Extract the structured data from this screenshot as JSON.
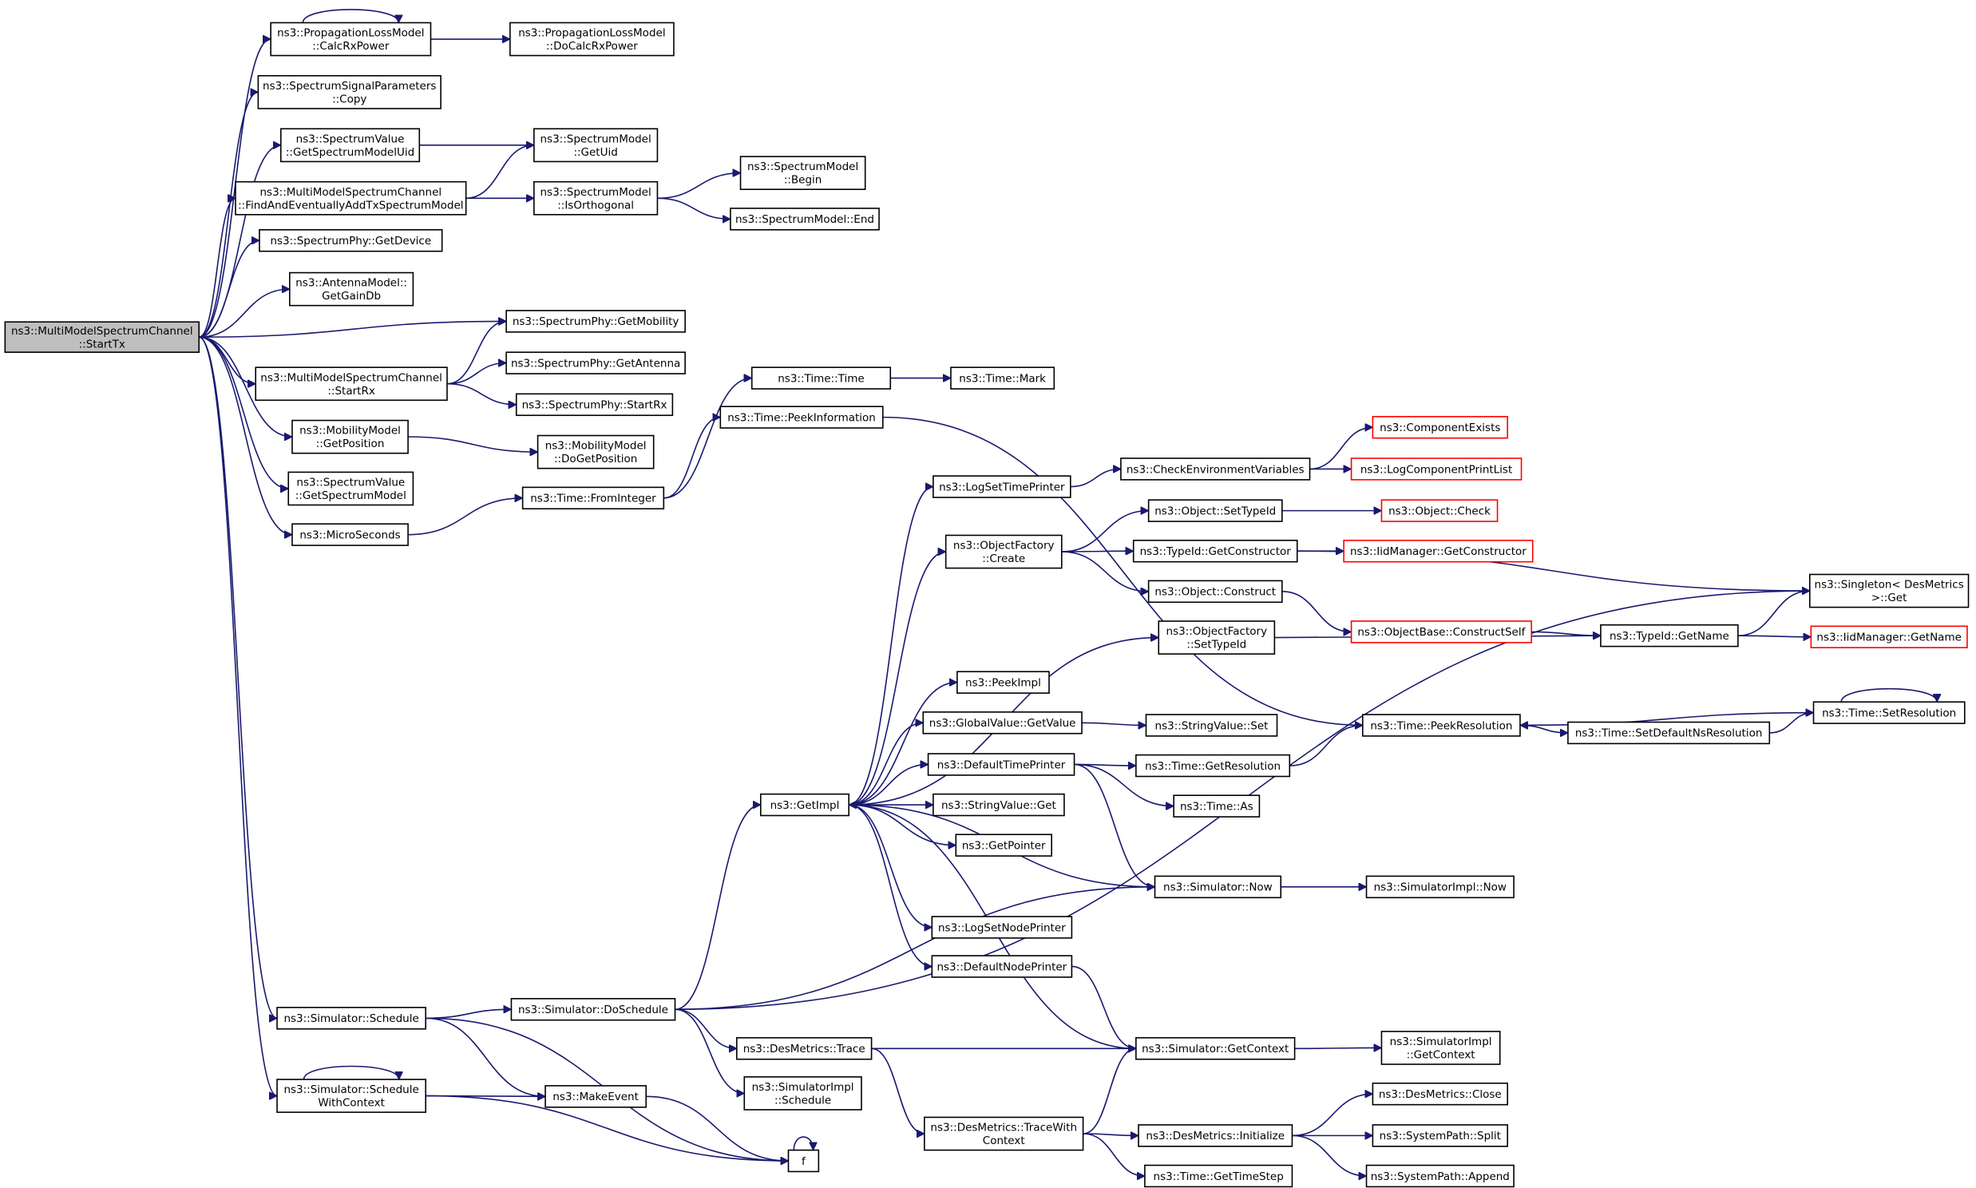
{
  "nodes": {
    "root": [
      "ns3::MultiModelSpectrumChannel",
      "::StartTx"
    ],
    "calcrx": [
      "ns3::PropagationLossModel",
      "::CalcRxPower"
    ],
    "docalc": [
      "ns3::PropagationLossModel",
      "::DoCalcRxPower"
    ],
    "sigcopy": [
      "ns3::SpectrumSignalParameters",
      "::Copy"
    ],
    "svgetuid": [
      "ns3::SpectrumValue",
      "::GetSpectrumModelUid"
    ],
    "smgetuid": [
      "ns3::SpectrumModel",
      "::GetUid"
    ],
    "findadd": [
      "ns3::MultiModelSpectrumChannel",
      "::FindAndEventuallyAddTxSpectrumModel"
    ],
    "isorth": [
      "ns3::SpectrumModel",
      "::IsOrthogonal"
    ],
    "smbegin": [
      "ns3::SpectrumModel",
      "::Begin"
    ],
    "smend": [
      "ns3::SpectrumModel::End"
    ],
    "getdevice": [
      "ns3::SpectrumPhy::GetDevice"
    ],
    "gaindb": [
      "ns3::AntennaModel::",
      "GetGainDb"
    ],
    "getmobility": [
      "ns3::SpectrumPhy::GetMobility"
    ],
    "startrx": [
      "ns3::MultiModelSpectrumChannel",
      "::StartRx"
    ],
    "getantenna": [
      "ns3::SpectrumPhy::GetAntenna"
    ],
    "phystartrx": [
      "ns3::SpectrumPhy::StartRx"
    ],
    "getpos": [
      "ns3::MobilityModel",
      "::GetPosition"
    ],
    "dogetpos": [
      "ns3::MobilityModel",
      "::DoGetPosition"
    ],
    "svgetmodel": [
      "ns3::SpectrumValue",
      "::GetSpectrumModel"
    ],
    "micro": [
      "ns3::MicroSeconds"
    ],
    "frominteger": [
      "ns3::Time::FromInteger"
    ],
    "timetime": [
      "ns3::Time::Time"
    ],
    "timemark": [
      "ns3::Time::Mark"
    ],
    "peekinfo": [
      "ns3::Time::PeekInformation"
    ],
    "schedule": [
      "ns3::Simulator::Schedule"
    ],
    "doschedule": [
      "ns3::Simulator::DoSchedule"
    ],
    "schedctx": [
      "ns3::Simulator::Schedule",
      "WithContext"
    ],
    "makeevent": [
      "ns3::MakeEvent"
    ],
    "f": [
      "f"
    ],
    "destrace": [
      "ns3::DesMetrics::Trace"
    ],
    "implsched": [
      "ns3::SimulatorImpl",
      "::Schedule"
    ],
    "tracewith": [
      "ns3::DesMetrics::TraceWith",
      "Context"
    ],
    "getimpl": [
      "ns3::GetImpl"
    ],
    "logtime": [
      "ns3::LogSetTimePrinter"
    ],
    "checkenv": [
      "ns3::CheckEnvironmentVariables"
    ],
    "compexists": [
      "ns3::ComponentExists"
    ],
    "logcomp": [
      "ns3::LogComponentPrintList"
    ],
    "ofcreate": [
      "ns3::ObjectFactory",
      "::Create"
    ],
    "objsettype": [
      "ns3::Object::SetTypeId"
    ],
    "objcheck": [
      "ns3::Object::Check"
    ],
    "getctor": [
      "ns3::TypeId::GetConstructor"
    ],
    "iidgetctor": [
      "ns3::IidManager::GetConstructor"
    ],
    "objconstruct": [
      "ns3::Object::Construct"
    ],
    "singleton": [
      "ns3::Singleton< DesMetrics",
      " >::Get"
    ],
    "constructself": [
      "ns3::ObjectBase::ConstructSelf"
    ],
    "ofsettype": [
      "ns3::ObjectFactory",
      "::SetTypeId"
    ],
    "tidgetname": [
      "ns3::TypeId::GetName"
    ],
    "iidgetname": [
      "ns3::IidManager::GetName"
    ],
    "peekimpl": [
      "ns3::PeekImpl"
    ],
    "gvgetvalue": [
      "ns3::GlobalValue::GetValue"
    ],
    "svset": [
      "ns3::StringValue::Set"
    ],
    "peekres": [
      "ns3::Time::PeekResolution"
    ],
    "setdefres": [
      "ns3::Time::SetDefaultNsResolution"
    ],
    "setres": [
      "ns3::Time::SetResolution"
    ],
    "deftime": [
      "ns3::DefaultTimePrinter"
    ],
    "getres": [
      "ns3::Time::GetResolution"
    ],
    "timeas": [
      "ns3::Time::As"
    ],
    "svget": [
      "ns3::StringValue::Get"
    ],
    "getpointer": [
      "ns3::GetPointer"
    ],
    "simnow": [
      "ns3::Simulator::Now"
    ],
    "implnow": [
      "ns3::SimulatorImpl::Now"
    ],
    "lognode": [
      "ns3::LogSetNodePrinter"
    ],
    "defnode": [
      "ns3::DefaultNodePrinter"
    ],
    "getctx": [
      "ns3::Simulator::GetContext"
    ],
    "implgetctx": [
      "ns3::SimulatorImpl",
      "::GetContext"
    ],
    "dmclose": [
      "ns3::DesMetrics::Close"
    ],
    "dminit": [
      "ns3::DesMetrics::Initialize"
    ],
    "spsplit": [
      "ns3::SystemPath::Split"
    ],
    "gettimestep": [
      "ns3::Time::GetTimeStep"
    ],
    "spappend": [
      "ns3::SystemPath::Append"
    ]
  },
  "colors": {
    "edge": "#191970",
    "root_fill": "#bfbfbf",
    "truncated_border": "#ff0000",
    "node_border": "#000000"
  }
}
